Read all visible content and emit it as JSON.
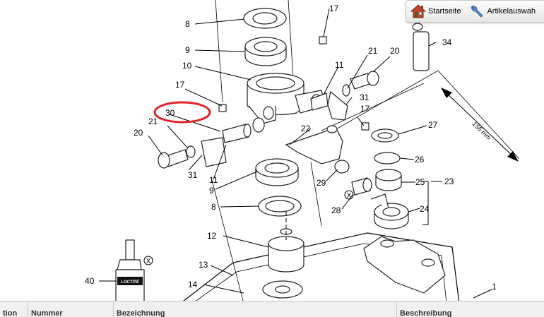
{
  "toolbar": {
    "home_label": "Startseite",
    "parts_label": "Artikelauswah"
  },
  "drawing": {
    "callouts": {
      "c1": "1",
      "c8a": "8",
      "c8b": "8",
      "c9a": "9",
      "c9b": "9",
      "c10": "10",
      "c11a": "11",
      "c11b": "11",
      "c12": "12",
      "c13": "13",
      "c14": "14",
      "c17a": "17",
      "c17b": "17",
      "c17c": "17",
      "c20a": "20",
      "c20b": "20",
      "c21a": "21",
      "c21b": "21",
      "c22": "22",
      "c23": "23",
      "c24": "24",
      "c25": "25",
      "c26": "26",
      "c27": "27",
      "c28": "28",
      "c29": "29",
      "c30": "30",
      "c31a": "31",
      "c31b": "31",
      "c34": "34",
      "c40": "40"
    },
    "dimension": "156 mm",
    "loctite_label": "LOCTITE",
    "highlight_color": "#e0242a"
  },
  "table": {
    "columns": [
      "tion",
      "Nummer",
      "Bezeichnung",
      "Beschreibung"
    ]
  }
}
